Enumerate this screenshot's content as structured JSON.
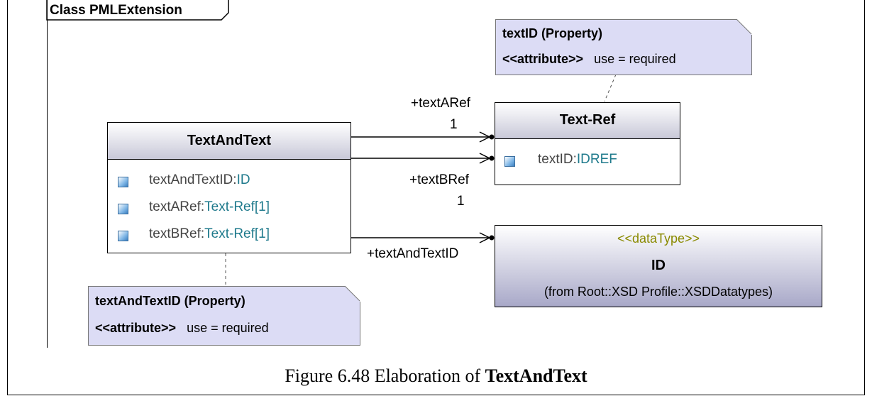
{
  "frame": {
    "title": "Class PMLExtension"
  },
  "classes": {
    "text_and_text": {
      "name": "TextAndText",
      "attributes": [
        {
          "name": "textAndTextID:",
          "type": "ID"
        },
        {
          "name": "textARef:",
          "type": "Text-Ref[1]"
        },
        {
          "name": "textBRef:",
          "type": "Text-Ref[1]"
        }
      ]
    },
    "text_ref": {
      "name": "Text-Ref",
      "attributes": [
        {
          "name": "textID:",
          "type": "IDREF"
        }
      ]
    },
    "id_datatype": {
      "stereotype": "<<dataType>>",
      "name": "ID",
      "origin": "(from Root::XSD Profile::XSDDatatypes)"
    }
  },
  "notes": {
    "text_id": {
      "title": "textID (Property)",
      "stereotype": "<<attribute>>",
      "detail": "use = required"
    },
    "text_and_text_id": {
      "title": "textAndTextID (Property)",
      "stereotype": "<<attribute>>",
      "detail": "use = required"
    }
  },
  "associations": {
    "a_role": "+textARef",
    "a_mult": "1",
    "b_role": "+textBRef",
    "b_mult": "1",
    "id_role": "+textAndTextID"
  },
  "caption": {
    "prefix": "Figure 6.48 Elaboration of ",
    "bold": "TextAndText"
  },
  "colors": {
    "type_text": "#1f7a8c",
    "stereotype_text": "#8a8a00",
    "note_fill": "#dcdcf5"
  }
}
